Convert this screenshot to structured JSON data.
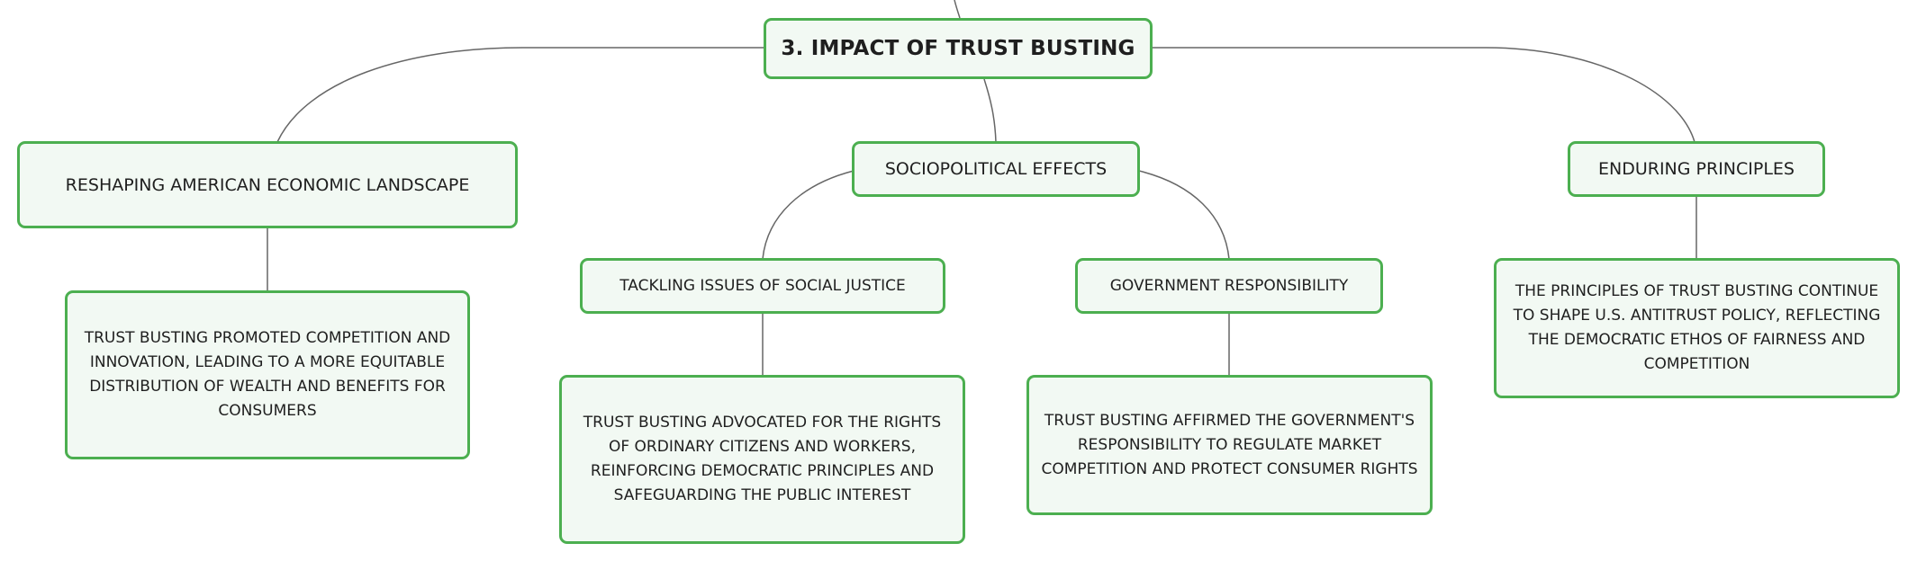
{
  "colors": {
    "node_border": "#4caf50",
    "node_fill": "#f2f9f3",
    "connector": "#666666",
    "text": "#1f1f1f"
  },
  "mindmap": {
    "root": "3. IMPACT OF TRUST BUSTING",
    "branches": [
      {
        "label": "RESHAPING AMERICAN ECONOMIC LANDSCAPE",
        "detail": "TRUST BUSTING PROMOTED COMPETITION AND INNOVATION, LEADING TO A MORE EQUITABLE DISTRIBUTION OF WEALTH AND BENEFITS FOR CONSUMERS"
      },
      {
        "label": "SOCIOPOLITICAL EFFECTS",
        "subtopics": [
          {
            "label": "TACKLING ISSUES OF SOCIAL JUSTICE",
            "detail": "TRUST BUSTING ADVOCATED FOR THE RIGHTS OF ORDINARY CITIZENS AND WORKERS, REINFORCING DEMOCRATIC PRINCIPLES AND SAFEGUARDING THE PUBLIC INTEREST"
          },
          {
            "label": "GOVERNMENT RESPONSIBILITY",
            "detail": "TRUST BUSTING AFFIRMED THE GOVERNMENT'S RESPONSIBILITY TO REGULATE MARKET COMPETITION AND PROTECT CONSUMER RIGHTS"
          }
        ]
      },
      {
        "label": "ENDURING PRINCIPLES",
        "detail": "THE PRINCIPLES OF TRUST BUSTING CONTINUE TO SHAPE U.S. ANTITRUST POLICY, REFLECTING THE DEMOCRATIC ETHOS OF FAIRNESS AND COMPETITION"
      }
    ]
  }
}
